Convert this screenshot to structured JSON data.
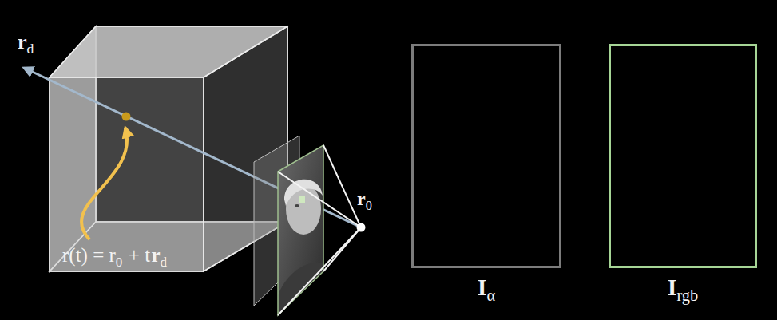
{
  "diagram": {
    "nodes": [
      {
        "text": [
          "I",
          "α"
        ]
      },
      {
        "text": [
          "I",
          "rgb"
        ]
      }
    ],
    "labels": [
      "r",
      "d",
      "r",
      "0",
      "r(t) = r",
      "0",
      "+ t",
      "r",
      "d"
    ]
  }
}
